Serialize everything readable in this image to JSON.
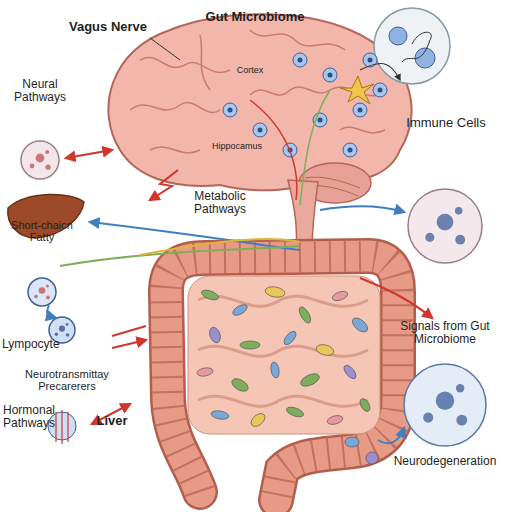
{
  "diagram": {
    "title": "Gut Microbiome",
    "nodes": [
      {
        "text": [
          "Neural Pathways"
        ]
      },
      {
        "text": [
          "Immune Cells"
        ]
      },
      {
        "text": [
          "Short-chaicn Fatty"
        ]
      },
      {
        "text": [
          "Lympocyte"
        ]
      },
      {
        "text": [
          "Neurodegeneration"
        ]
      }
    ],
    "edges": [
      {
        "from": 2,
        "to": 3,
        "arrow": "to"
      }
    ],
    "labels": [
      "Vagus Nerve",
      "Cortex",
      "Hippocamus",
      "Metabolic Pathways",
      "Neurotransmittay Precarerers",
      "Hormonal Pathways",
      "Liver",
      "Signals from Gut Microbiome"
    ]
  }
}
